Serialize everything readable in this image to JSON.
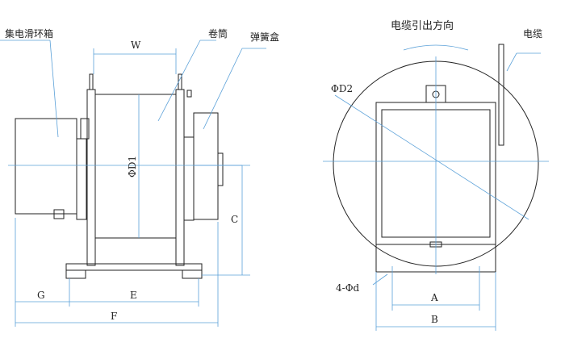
{
  "labels": {
    "collector_ring_box": "集电滑环箱",
    "drum": "卷筒",
    "spring_box": "弹簧盒",
    "cable_exit_direction": "电缆引出方向",
    "cable": "电缆"
  },
  "dimensions": {
    "W": "W",
    "D1": "ΦD1",
    "D2": "ΦD2",
    "C": "C",
    "G": "G",
    "E": "E",
    "F": "F",
    "A": "A",
    "B": "B",
    "holes": "4-Φd"
  },
  "colors": {
    "outline": "#222222",
    "dimension": "#5aa0d8",
    "center_line": "#5ab0e0"
  }
}
